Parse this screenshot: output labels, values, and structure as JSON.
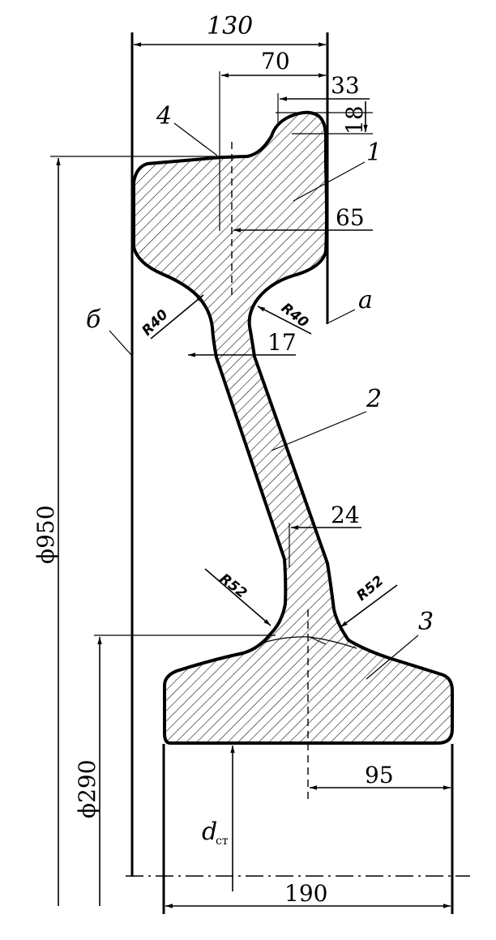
{
  "dimensions": {
    "d130": "130",
    "d70": "70",
    "d33": "33",
    "d18": "18",
    "d65": "65",
    "d17": "17",
    "d24": "24",
    "d95": "95",
    "d190": "190",
    "phi950": "ϕ950",
    "phi290": "ϕ290"
  },
  "radii": {
    "r40_left": "R40",
    "r40_right": "R40",
    "r52_left": "R52",
    "r52_right": "R52"
  },
  "labels": {
    "part1": "1",
    "part2": "2",
    "part3": "3",
    "part4": "4",
    "side_a": "а",
    "side_b": "б",
    "d_letter": "d",
    "d_sub": "ст"
  }
}
